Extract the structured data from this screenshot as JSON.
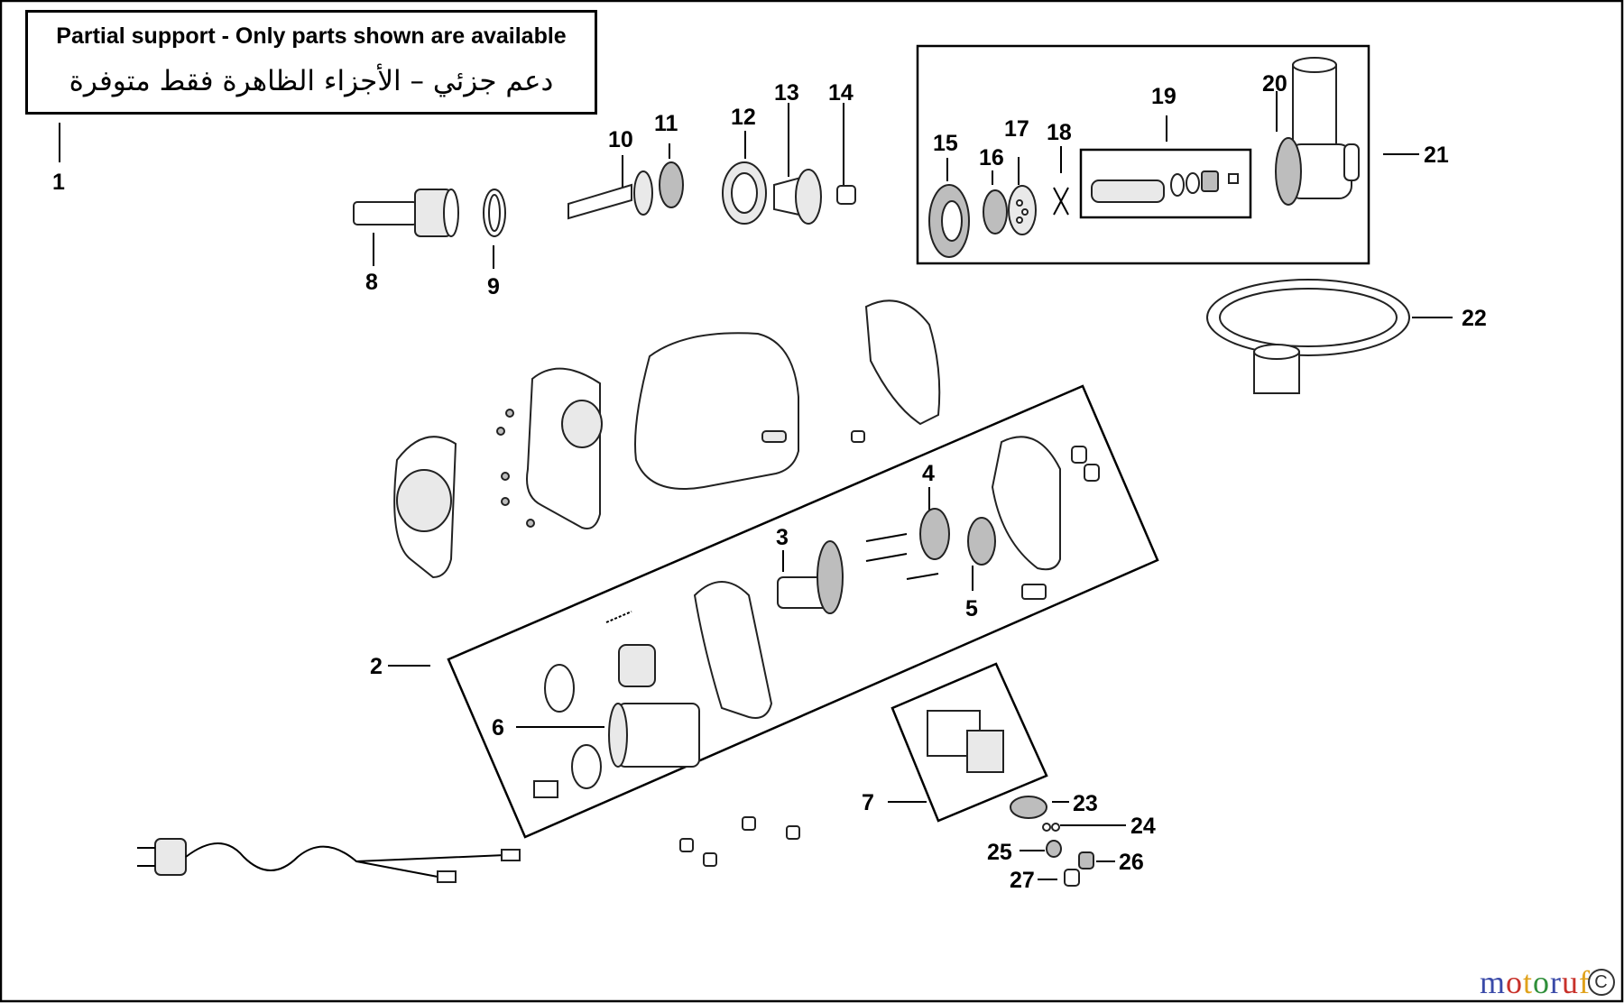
{
  "notice": {
    "english": "Partial support - Only parts shown are available",
    "arabic": "دعم جزئي – الأجزاء الظاهرة فقط متوفرة"
  },
  "callouts": [
    "1",
    "2",
    "3",
    "4",
    "5",
    "6",
    "7",
    "8",
    "9",
    "10",
    "11",
    "12",
    "13",
    "14",
    "15",
    "16",
    "17",
    "18",
    "19",
    "20",
    "21",
    "22",
    "23",
    "24",
    "25",
    "26",
    "27"
  ],
  "watermark": {
    "text": "motoruf",
    "letters": [
      "m",
      "o",
      "t",
      "o",
      "r",
      "u",
      "f"
    ],
    "colors": [
      "#3a4aa8",
      "#c8312a",
      "#e0a21b",
      "#2f8f3a",
      "#3a4aa8",
      "#c8312a",
      "#e0a21b"
    ],
    "copyright": "C"
  }
}
